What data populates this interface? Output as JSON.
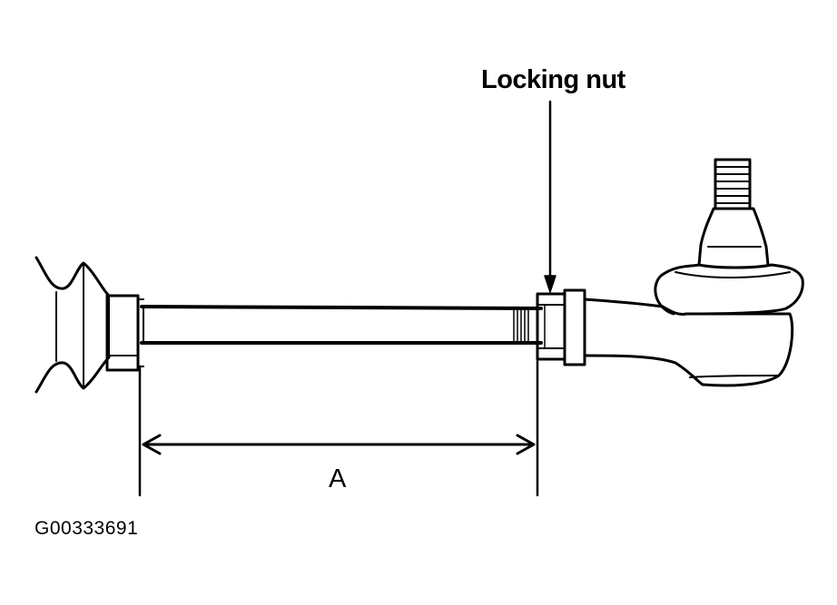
{
  "diagram": {
    "callout_label": "Locking nut",
    "dimension_label": "A",
    "figure_id": "G00333691",
    "line_color": "#000000",
    "background_color": "#ffffff"
  }
}
